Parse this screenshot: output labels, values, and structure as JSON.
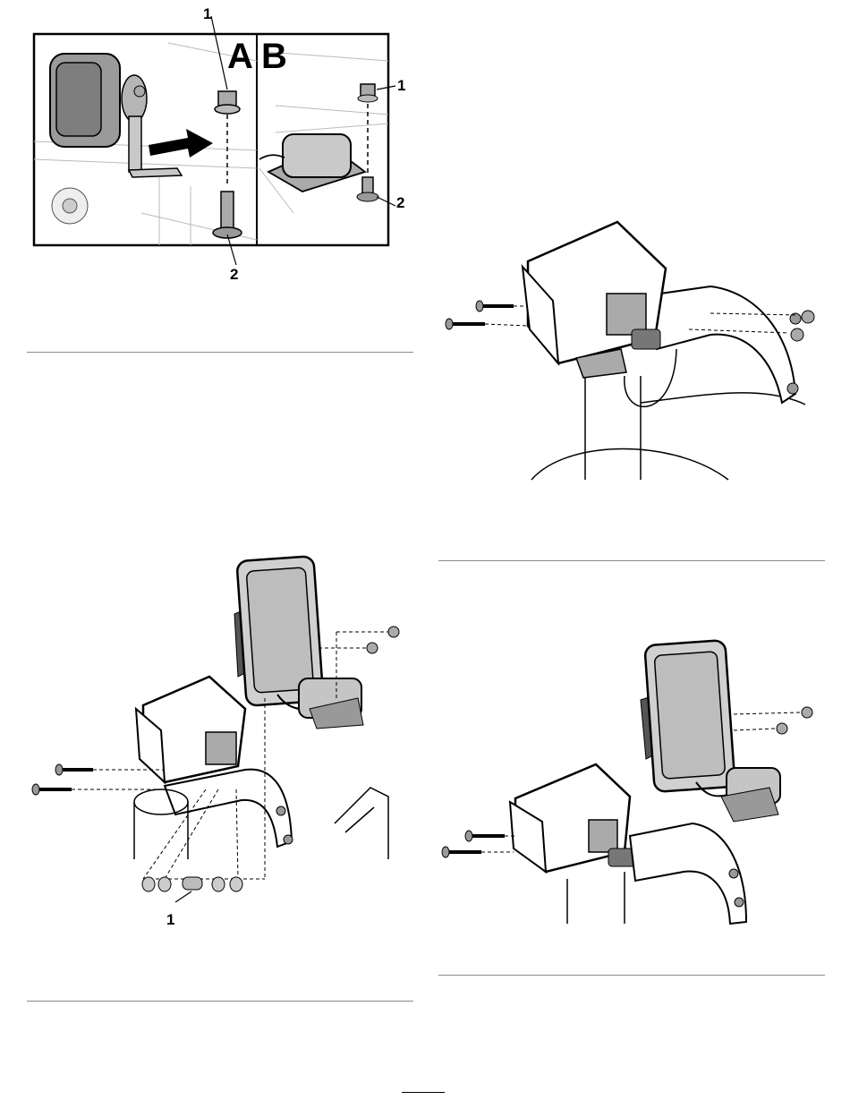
{
  "figure_1": {
    "panel_a_letter": "A",
    "panel_b_letter": "B",
    "callouts": {
      "a_top": "1",
      "a_bottom": "2",
      "b_top": "1",
      "b_bottom": "2"
    }
  },
  "figure_3": {
    "callout": "1"
  }
}
